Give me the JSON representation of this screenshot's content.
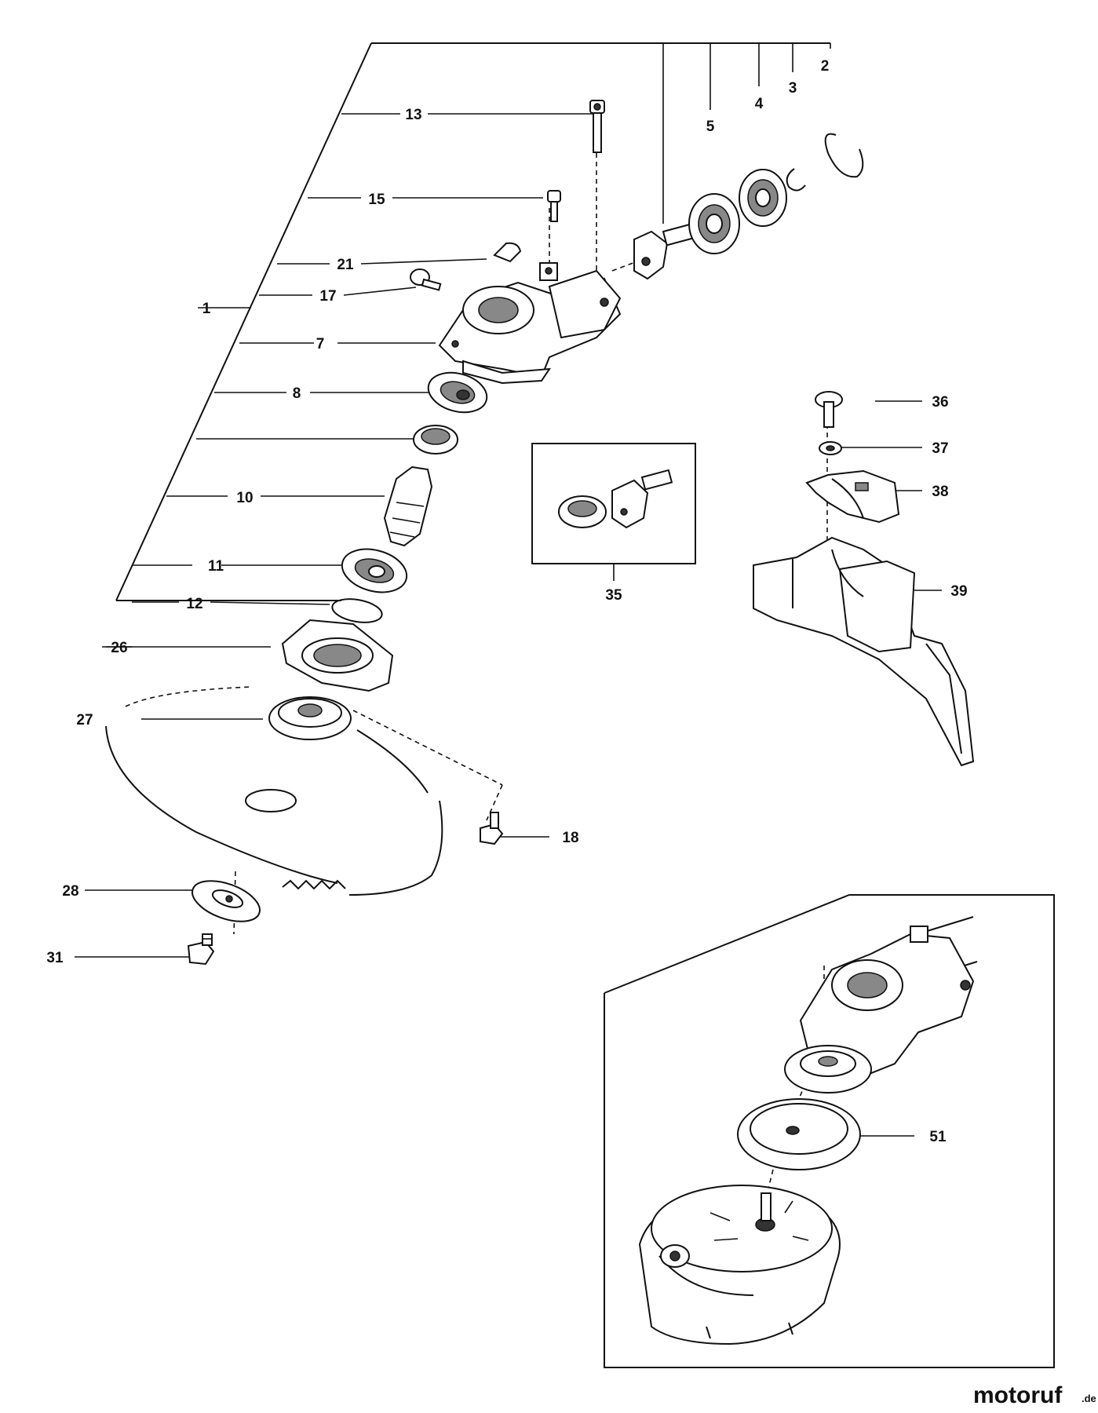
{
  "callouts": {
    "c1": "1",
    "c2": "2",
    "c3": "3",
    "c4": "4",
    "c5": "5",
    "c7": "7",
    "c8": "8",
    "c10": "10",
    "c11": "11",
    "c12": "12",
    "c13": "13",
    "c15": "15",
    "c17": "17",
    "c18": "18",
    "c21": "21",
    "c26": "26",
    "c27": "27",
    "c28": "28",
    "c31": "31",
    "c35": "35",
    "c36": "36",
    "c37": "37",
    "c38": "38",
    "c39": "39",
    "c51": "51"
  },
  "watermark": {
    "name": "motoruf",
    "suffix": ".de"
  },
  "colors": {
    "ink": "#111111",
    "brand_blue": "#1a5fb4",
    "brand_orange": "#e66100",
    "background": "#ffffff"
  }
}
